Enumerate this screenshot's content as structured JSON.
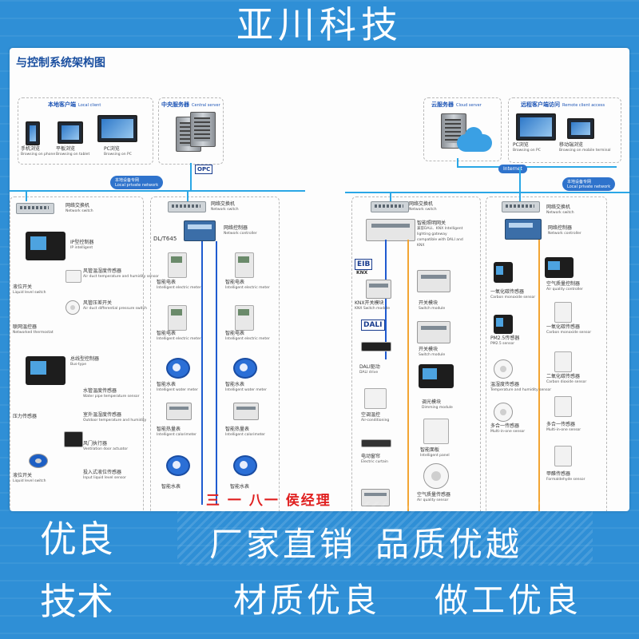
{
  "banner": {
    "title": "亚川科技"
  },
  "paper": {
    "title": "与控制系统架构图",
    "local_client": {
      "label": "本地客户端",
      "en": "Local client",
      "phone": {
        "label": "手机浏览",
        "en": "Browsing on phone"
      },
      "tablet": {
        "label": "平板浏览",
        "en": "Browsing on tablet"
      },
      "pc": {
        "label": "PC浏览",
        "en": "Browsing on PC"
      }
    },
    "central_server": {
      "label": "中央服务器",
      "en": "Central server"
    },
    "cloud_server": {
      "label": "云服务器",
      "en": "Cloud server"
    },
    "remote_client": {
      "label": "远程客户端访问",
      "en": "Remote client access",
      "pc": {
        "label": "PC浏览",
        "en": "Browsing on PC"
      },
      "mobile": {
        "label": "移动端浏览",
        "en": "Browsing on mobile terminal"
      }
    },
    "internet": "Internet",
    "local_private_network_1": {
      "label": "本地设备专网",
      "en": "Local private network"
    },
    "local_private_network_2": {
      "label": "本地设备专网",
      "en": "Local private network"
    },
    "opc_logo": "OPC",
    "col1": {
      "ip_controller": {
        "label": "IP型控制器",
        "en": "IP intelligent"
      },
      "duct_temp": {
        "label": "风管温湿度传感器",
        "en": "Air duct temperature and humidity sensor"
      },
      "level_switch": {
        "label": "液位开关",
        "en": "Liquid level switch"
      },
      "diff_pressure": {
        "label": "风管压差开关",
        "en": "Air duct differential pressure switch"
      },
      "thermostat": {
        "label": "联网温控器",
        "en": "Networked thermostat"
      },
      "bus_controller": {
        "label": "总线型控制器",
        "en": "Bus-type"
      },
      "water_temp": {
        "label": "水管温度传感器",
        "en": "Water pipe temperature sensor"
      },
      "pressure_sensor": {
        "label": "压力传感器",
        "en": ""
      },
      "outdoor_temp": {
        "label": "室外温湿度传感器",
        "en": "Outdoor temperature and humidity"
      },
      "damper": {
        "label": "风门执行器",
        "en": "Ventilation door actuator"
      },
      "level_switch2": {
        "label": "液位开关",
        "en": "Liquid level switch"
      },
      "input_level": {
        "label": "投入式液位传感器",
        "en": "Input liquid level sensor"
      }
    },
    "col2": {
      "network_switch": {
        "label": "网络交换机",
        "en": "Network switch"
      },
      "network_controller": {
        "label": "网络控制器",
        "en": "Network controller"
      },
      "dlt645": "DL/T645",
      "elec_meter_a": {
        "label": "智能电表",
        "en": "Intelligent electric meter"
      },
      "elec_meter_b": {
        "label": "智能电表",
        "en": "Intelligent electric meter"
      },
      "elec_meter_c": {
        "label": "智能电表",
        "en": "Intelligent electric meter"
      },
      "elec_meter_d": {
        "label": "智能电表",
        "en": "Intelligent electric meter"
      },
      "water_meter_a": {
        "label": "智能水表",
        "en": "Intelligent water meter"
      },
      "water_meter_b": {
        "label": "智能水表",
        "en": "Intelligent water meter"
      },
      "heat_meter_a": {
        "label": "智能热量表",
        "en": "Intelligent calorimeter"
      },
      "heat_meter_b": {
        "label": "智能热量表",
        "en": "Intelligent calorimeter"
      },
      "water_meter_c": {
        "label": "智能水表",
        "en": ""
      },
      "water_meter_d": {
        "label": "智能水表",
        "en": ""
      }
    },
    "col3": {
      "network_switch": {
        "label": "网络交换机",
        "en": "Network switch"
      },
      "lighting_gateway": {
        "label": "智能照明网关",
        "en": "兼容DALI、KNX Intelligent lighting gateway compatible with DALI and KNX"
      },
      "eib_logo": "EIB",
      "knx_logo": "KNX",
      "knx_module": {
        "label": "KNX开关模块",
        "en": "KNX Switch module"
      },
      "switch_module_a": {
        "label": "开关模块",
        "en": "Switch module"
      },
      "dali_logo": "DALI",
      "switch_module_b": {
        "label": "开关模块",
        "en": "Switch module"
      },
      "dali_drive": {
        "label": "DALI驱动",
        "en": "DALI drive"
      },
      "dimming": {
        "label": "调光模块",
        "en": "Dimming module"
      },
      "ac_thermo": {
        "label": "空调温控",
        "en": "Air-conditioning"
      },
      "curtain": {
        "label": "电动窗帘",
        "en": "Electric curtain"
      },
      "panel": {
        "label": "智能面板",
        "en": "Intelligent panel"
      },
      "air_quality_sensor": {
        "label": "空气质量传感器",
        "en": "Air quality sensor"
      }
    },
    "col4": {
      "network_switch": {
        "label": "网络交换机",
        "en": "Network switch"
      },
      "network_controller": {
        "label": "网络控制器",
        "en": "Network controller"
      },
      "air_controller": {
        "label": "空气质量控制器",
        "en": "Air quality controller"
      },
      "co_sensor_a": {
        "label": "一氧化碳传感器",
        "en": "Carbon monoxide sensor"
      },
      "co_sensor_b": {
        "label": "一氧化碳传感器",
        "en": "Carbon monoxide sensor"
      },
      "pm25": {
        "label": "PM2.5传感器",
        "en": "PM2.5 sensor"
      },
      "co2": {
        "label": "二氧化碳传感器",
        "en": "Carbon dioxide sensor"
      },
      "temp_hum": {
        "label": "温湿度传感器",
        "en": "Temperature and humidity sensor"
      },
      "multi_a": {
        "label": "多合一传感器",
        "en": "Multi-in-one sensor"
      },
      "multi_b": {
        "label": "多合一传感器",
        "en": "Multi-in-one sensor"
      },
      "formaldehyde": {
        "label": "甲醛传感器",
        "en": "Formaldehyde sensor"
      }
    }
  },
  "stamp": "三 一 八一 侯经理",
  "bottom": {
    "left_top": "优良",
    "left_bottom": "技术",
    "slogan_1a": "厂家直销",
    "slogan_1b": "品质优越",
    "slogan_2a": "材质优良",
    "slogan_2b": "做工优良"
  },
  "colors": {
    "background": "#2f8fd6",
    "line_cyan": "#2aa7e6",
    "line_orange": "#f3a533",
    "label_blue": "#1f56b6",
    "stamp_red": "#e02020"
  }
}
